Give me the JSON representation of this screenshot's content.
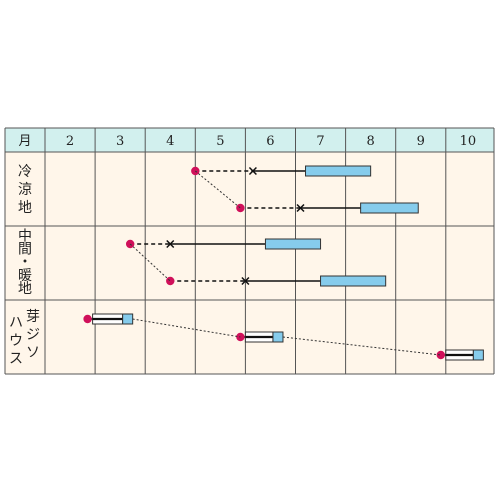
{
  "header": {
    "first_col": "月",
    "months": [
      "2",
      "3",
      "4",
      "5",
      "6",
      "7",
      "8",
      "9",
      "10"
    ]
  },
  "rows": [
    {
      "label_lines": [
        "冷",
        "涼",
        "地"
      ]
    },
    {
      "label_lines": [
        "中",
        "間",
        "・",
        "暖",
        "地"
      ]
    },
    {
      "label_columns": [
        [
          "芽",
          "ジ",
          "ソ"
        ],
        [
          "ハ",
          "ウ",
          "ス"
        ]
      ]
    }
  ],
  "colors": {
    "header_bg": "#d2f0ee",
    "cell_bg": "#fff6ea",
    "grid": "#555555",
    "sow_dot": "#d0105a",
    "harvest_bar": "#86ccec"
  },
  "chart_data": {
    "type": "table",
    "x_axis": "month",
    "series": [
      {
        "row": 0,
        "sow": 5.0,
        "plant": 6.15,
        "harvest": [
          7.2,
          8.5
        ]
      },
      {
        "row": 0,
        "sow": 5.9,
        "plant": 7.1,
        "harvest": [
          8.3,
          9.45
        ]
      },
      {
        "row": 1,
        "sow": 3.7,
        "plant": 4.5,
        "harvest": [
          6.4,
          7.5
        ]
      },
      {
        "row": 1,
        "sow": 4.5,
        "plant": 6.0,
        "harvest": [
          7.5,
          8.8
        ]
      },
      {
        "row": 2,
        "sow": 2.85,
        "hollow": [
          2.95,
          3.55
        ],
        "harvest": [
          3.55,
          3.75
        ],
        "link_to_next": true
      },
      {
        "row": 2,
        "sow": 5.9,
        "hollow": [
          6.0,
          6.55
        ],
        "harvest": [
          6.55,
          6.75
        ],
        "link_to_next": true
      },
      {
        "row": 2,
        "sow": 9.9,
        "hollow": [
          10.0,
          10.55
        ],
        "harvest": [
          10.55,
          10.75
        ]
      }
    ]
  }
}
